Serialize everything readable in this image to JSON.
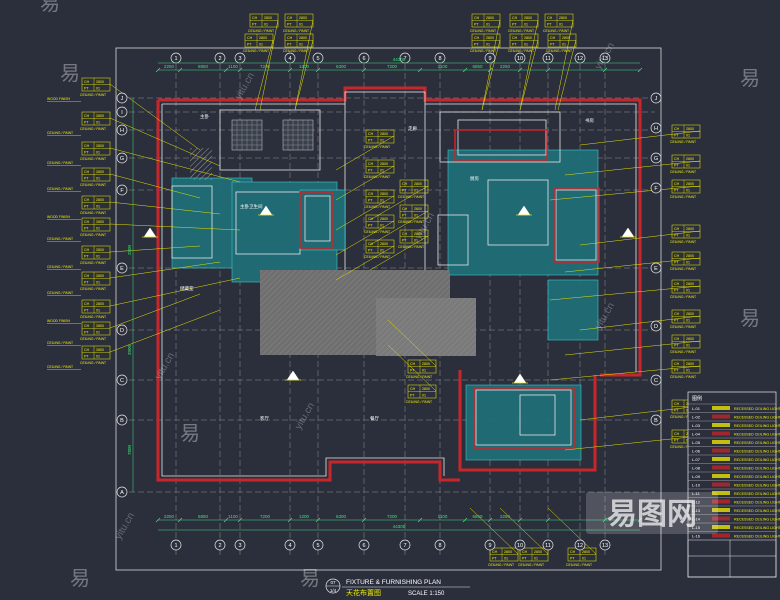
{
  "colors": {
    "background": "#2b2f3c",
    "wall_red": "#c8262a",
    "outline_white": "#e8e8e8",
    "text_yellow": "#f4f000",
    "leader_yellow": "#e6e000",
    "dim_green": "#3fe07a",
    "floor_teal": "#1f6f78",
    "hatch_grey": "#8a8a8a",
    "grid_white": "#d8d8d8"
  },
  "title_block": {
    "number": "07",
    "sheet": "1/4",
    "title_en": "FIXTURE & FURNISHING PLAN",
    "title_cn": "天花布置图",
    "scale": "SCALE 1:150"
  },
  "grid_axes": {
    "top": [
      "1",
      "2",
      "3",
      "4",
      "5",
      "6",
      "7",
      "8",
      "9",
      "10",
      "11",
      "12",
      "13"
    ],
    "left": [
      "J",
      "I",
      "H",
      "G",
      "F",
      "E",
      "D",
      "C",
      "B",
      "A"
    ],
    "right": [
      "J",
      "H",
      "G",
      "F",
      "E",
      "D",
      "C",
      "B"
    ]
  },
  "dimensions": {
    "overall": "44300",
    "top": [
      "2250",
      "6850",
      "1100",
      "7200",
      "1200",
      "6300",
      "7200",
      "1100",
      "6850",
      "2250"
    ],
    "bottom": [
      "2250",
      "6850",
      "1100",
      "7200",
      "1200",
      "6300",
      "7200",
      "1100",
      "6850",
      "2250"
    ],
    "left": [
      "2800",
      "3900",
      "7800"
    ]
  },
  "tag_texts": {
    "ceiling_paint": "CEILING / PAINT",
    "ch": "CH",
    "ch_value": "2800",
    "pt": "PT",
    "pt_value": "01",
    "wood": "WOOD FINISH",
    "note": "RECESSED CEILING LIGHT"
  },
  "room_labels": [
    "主卧",
    "主卧卫生间",
    "客厅",
    "餐厅",
    "厨房",
    "书房",
    "走廊",
    "储藏室"
  ],
  "legend": {
    "title": "图例",
    "rows": [
      "L-01",
      "L-02",
      "L-03",
      "L-04",
      "L-05",
      "L-06",
      "L-07",
      "L-08",
      "L-09",
      "L-10",
      "L-11",
      "L-12",
      "L-13",
      "L-14",
      "L-15",
      "L-16"
    ]
  },
  "watermark": {
    "brand": "易图网",
    "char": "易",
    "site": "yitu.cn"
  }
}
